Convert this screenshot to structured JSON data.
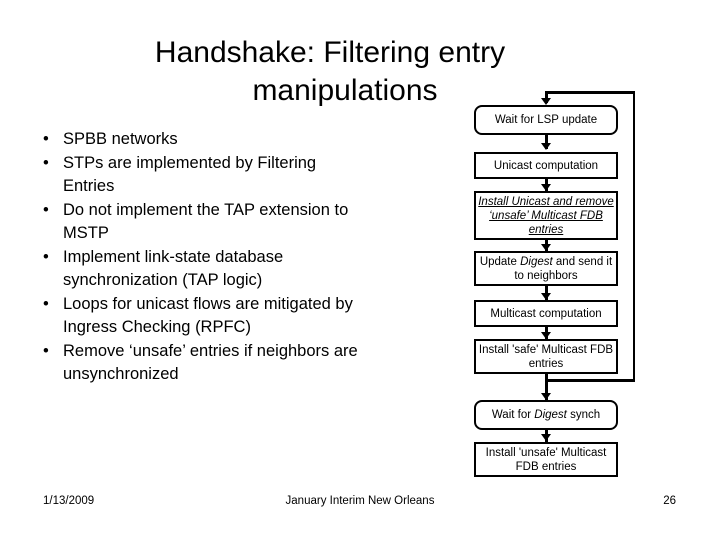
{
  "slide": {
    "title_line1": "Handshake: Filtering entry",
    "title_line2": "manipulations",
    "bullet_marker": "•"
  },
  "bullets": [
    {
      "text": "SPBB networks"
    },
    {
      "text": "STPs are implemented by Filtering Entries"
    },
    {
      "text": "Do not implement the TAP extension to MSTP"
    },
    {
      "text": "Implement link-state database synchronization (TAP logic)"
    },
    {
      "text": "Loops for unicast flows are mitigated by Ingress Checking (RPFC)"
    },
    {
      "text": "Remove ‘unsafe’ entries if neighbors are unsynchronized"
    }
  ],
  "flowchart": {
    "nodes": [
      {
        "id": "wait-lsp-update",
        "label": "Wait for LSP update",
        "shape": "rounded",
        "style": "normal"
      },
      {
        "id": "unicast-computation",
        "label": "Unicast computation",
        "shape": "rect",
        "style": "normal"
      },
      {
        "id": "install-unicast-remove-unsafe",
        "label": "Install Unicast and remove ‘unsafe’ Multicast FDB entries",
        "shape": "rect",
        "style": "italic-underline"
      },
      {
        "id": "update-digest",
        "label": "Update Digest and send it to neighbors",
        "shape": "rect",
        "style": "partial-italic",
        "italic_word": "Digest"
      },
      {
        "id": "multicast-computation",
        "label": "Multicast computation",
        "shape": "rect",
        "style": "normal"
      },
      {
        "id": "install-safe",
        "label": "Install 'safe' Multicast FDB entries",
        "shape": "rect",
        "style": "normal"
      },
      {
        "id": "wait-digest-synch",
        "label": "Wait for Digest synch",
        "shape": "rounded",
        "style": "partial-italic",
        "italic_word": "Digest"
      },
      {
        "id": "install-unsafe",
        "label": "Install 'unsafe' Multicast FDB entries",
        "shape": "rect",
        "style": "normal"
      }
    ],
    "feedback_label": "",
    "line_color": "#000000",
    "fill_color": "#ffffff"
  },
  "footer": {
    "date": "1/13/2009",
    "center": "January Interim New Orleans",
    "page": "26"
  }
}
